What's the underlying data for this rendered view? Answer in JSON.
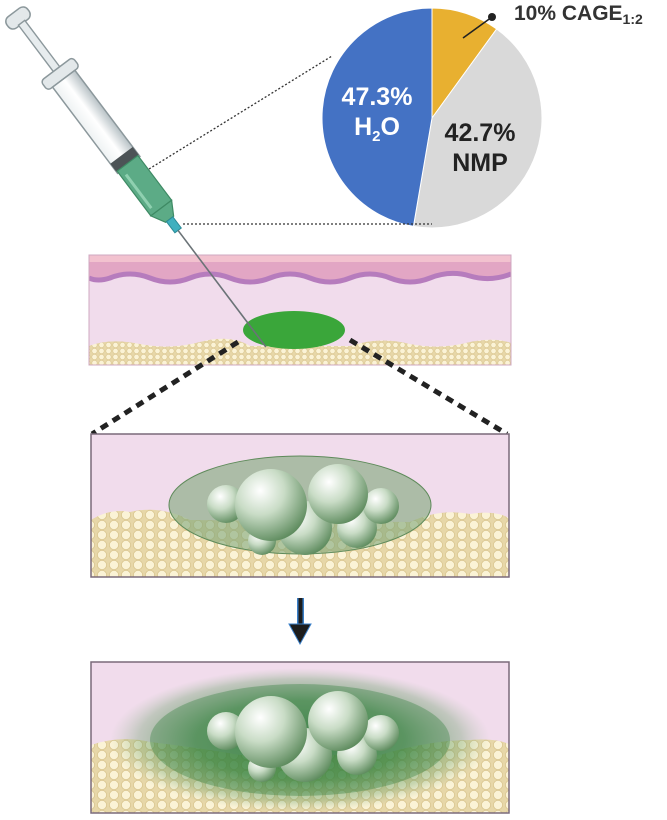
{
  "pie": {
    "slices": [
      {
        "name": "H2O",
        "percent": 47.3,
        "color": "#4472c4"
      },
      {
        "name": "NMP",
        "percent": 42.7,
        "color": "#d9d9d9"
      },
      {
        "name": "CAGE",
        "percent": 10.0,
        "color": "#e8b030"
      }
    ],
    "h2o_percent_label": "47.3%",
    "h2o_formula_main": "H",
    "h2o_formula_sub": "2",
    "h2o_formula_tail": "O",
    "nmp_percent_label": "42.7%",
    "nmp_name_label": "NMP",
    "cage_callout_main": "10% CAGE",
    "cage_callout_sub": "1:2"
  },
  "colors": {
    "dermis": "#f1dcec",
    "epidermis": "#e2a6c4",
    "basal_layer": "#c690c4",
    "fat": "#f6ebc6",
    "depot_green": "#3aa63a",
    "syringe_liquid": "#5cab86",
    "arrow": "#3a7fc8"
  },
  "icons": {
    "syringe": "syringe-icon",
    "arrow": "arrow-down-icon"
  }
}
